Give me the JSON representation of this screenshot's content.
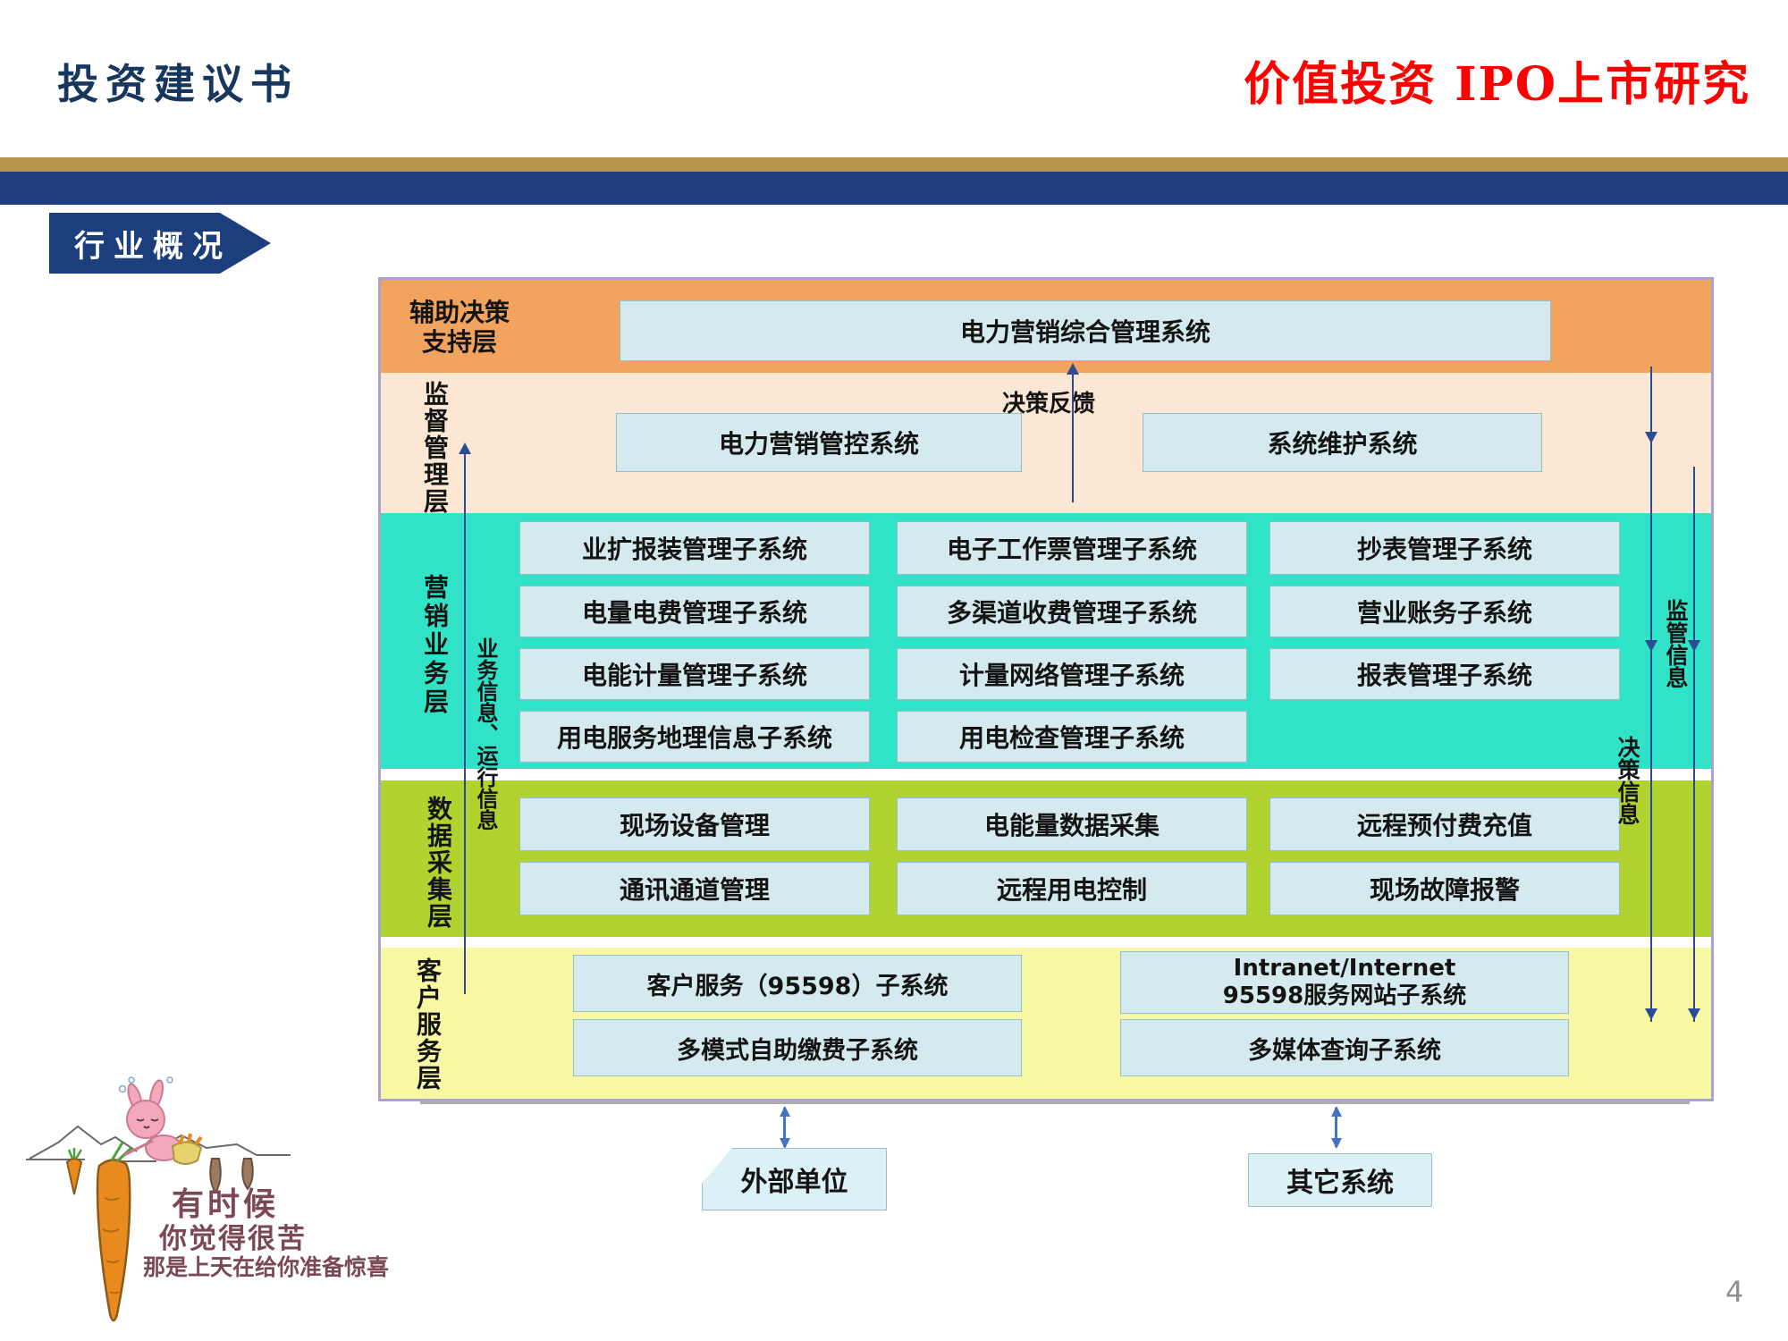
{
  "header": {
    "doc_title": "投资建议书",
    "brand_title": "价值投资  IPO上市研究"
  },
  "banner": {
    "label": "行业概况"
  },
  "page": {
    "number": "4"
  },
  "colors": {
    "navy_bar": "#1E3E80",
    "gold_bar": "#B6964A",
    "title_navy": "#17375E",
    "title_red": "#FF0000",
    "support_layer": "#F2A45E",
    "supervision_layer": "#FBE7D4",
    "marketing_layer": "#30E2C6",
    "collection_layer": "#B1D32F",
    "service_layer": "#F7F7A4",
    "box_fill": "#D4EAEE",
    "diagram_border": "#A8A2CF",
    "flow_arrow": "#2B4C92",
    "link_arrow": "#4472C4"
  },
  "diagram": {
    "support_layer": {
      "label": "辅助决策\n支持层",
      "box": "电力营销综合管理系统"
    },
    "supervision_layer": {
      "label": "监督管理层",
      "feedback": "决策反馈",
      "boxes": [
        "电力营销管控系统",
        "系统维护系统"
      ]
    },
    "marketing_layer": {
      "label": "营销业务层",
      "rows": [
        [
          "业扩报装管理子系统",
          "电子工作票管理子系统",
          "抄表管理子系统"
        ],
        [
          "电量电费管理子系统",
          "多渠道收费管理子系统",
          "营业账务子系统"
        ],
        [
          "电能计量管理子系统",
          "计量网络管理子系统",
          "报表管理子系统"
        ],
        [
          "用电服务地理信息子系统",
          "用电检查管理子系统"
        ]
      ]
    },
    "collection_layer": {
      "label": "数据采集层",
      "rows": [
        [
          "现场设备管理",
          "电能量数据采集",
          "远程预付费充值"
        ],
        [
          "通讯通道管理",
          "远程用电控制",
          "现场故障报警"
        ]
      ]
    },
    "service_layer": {
      "label": "客户服务层",
      "rows": [
        [
          "客户服务（95598）子系统",
          "Intranet/Internet\n95598服务网站子系统"
        ],
        [
          "多模式自助缴费子系统",
          "多媒体查询子系统"
        ]
      ]
    },
    "flow_labels": {
      "left": "业务信息、运行信息",
      "right_top": "监管信息",
      "right_bottom": "决策信息"
    }
  },
  "external": {
    "boxes": [
      "外部单位",
      "其它系统"
    ]
  },
  "cartoon": {
    "lines": [
      "有时候",
      "你觉得很苦",
      "那是上天在给你准备惊喜"
    ]
  }
}
